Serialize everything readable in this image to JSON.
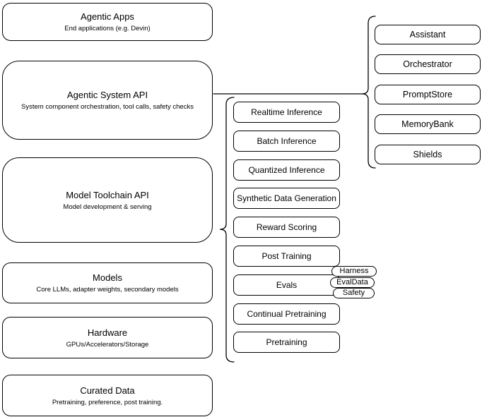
{
  "diagram": {
    "colors": {
      "background": "#ffffff",
      "stroke": "#000000",
      "fill": "#ffffff",
      "text": "#000000"
    },
    "stack_layers": [
      {
        "title": "Agentic Apps",
        "subtitle": "End applications (e.g. Devin)"
      },
      {
        "title": "Agentic System API",
        "subtitle": "System component orchestration, tool calls, safety checks"
      },
      {
        "title": "Model Toolchain API",
        "subtitle": "Model development & serving"
      },
      {
        "title": "Models",
        "subtitle": "Core LLMs, adapter weights, secondary models"
      },
      {
        "title": "Hardware",
        "subtitle": "GPUs/Accelerators/Storage"
      },
      {
        "title": "Curated Data",
        "subtitle": "Pretraining, preference, post training."
      }
    ],
    "toolchain_api_components": [
      "Realtime Inference",
      "Batch Inference",
      "Quantized Inference",
      "Synthetic Data Generation",
      "Reward Scoring",
      "Post Training",
      "Evals",
      "Continual Pretraining",
      "Pretraining"
    ],
    "evals_attachments": [
      "Harness",
      "EvalData",
      "Safety"
    ],
    "system_api_components": [
      "Assistant",
      "Orchestrator",
      "PromptStore",
      "MemoryBank",
      "Shields"
    ]
  }
}
